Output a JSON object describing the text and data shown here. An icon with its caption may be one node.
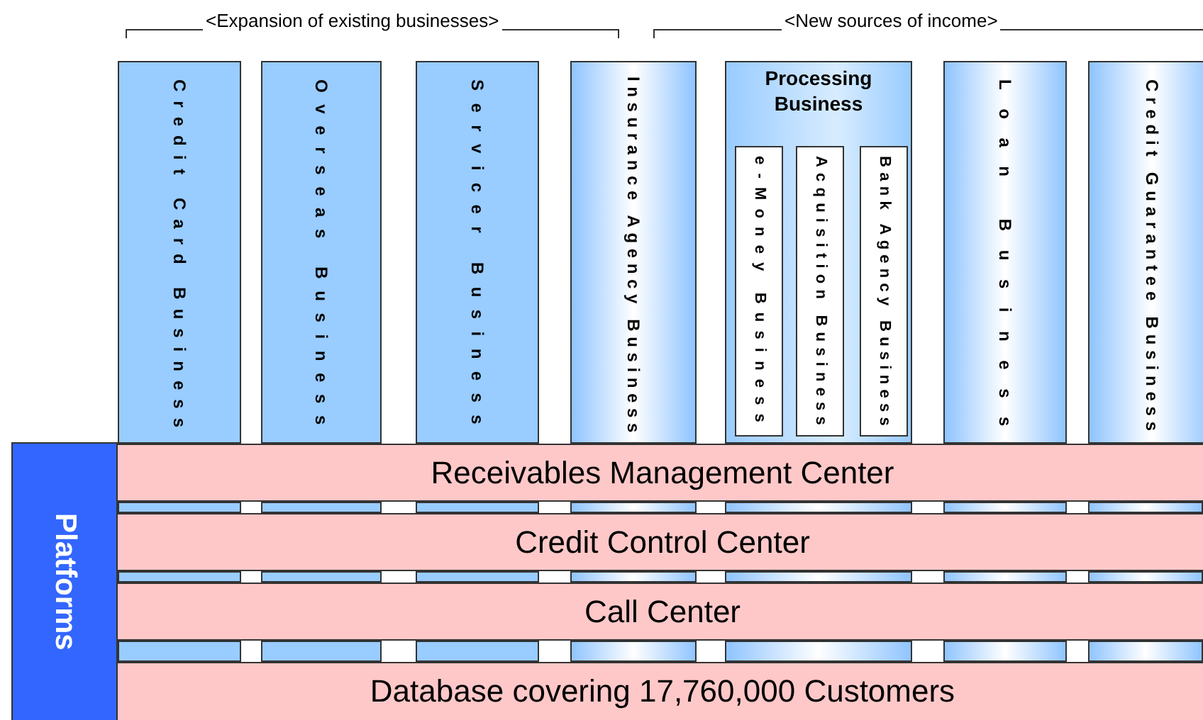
{
  "diagram": {
    "nodes": [
      {
        "text": [
          "Credit Card Business"
        ]
      },
      {
        "text": [
          "Overseas Business"
        ]
      },
      {
        "text": [
          "Servicer Business"
        ]
      },
      {
        "text": [
          "Insurance Agency Business"
        ]
      },
      {
        "text": [
          "Processing Business"
        ]
      },
      {
        "text": [
          "e-Money Business"
        ],
        "in": 4
      },
      {
        "text": [
          "Acquisition Business"
        ],
        "in": 4
      },
      {
        "text": [
          "Bank Agency Business"
        ],
        "in": 4
      },
      {
        "text": [
          "Loan Business"
        ]
      },
      {
        "text": [
          "Credit Guarantee Business"
        ]
      },
      {
        "text": [
          "Receivables Management Center"
        ]
      },
      {
        "text": [
          "Credit Control Center"
        ]
      },
      {
        "text": [
          "Call Center"
        ]
      },
      {
        "text": [
          "Database covering 17,760,000 Customers"
        ]
      },
      {
        "text": [
          "Platforms"
        ]
      }
    ],
    "labels": [
      "<Expansion of existing businesses>",
      "<New sources of income>"
    ]
  }
}
